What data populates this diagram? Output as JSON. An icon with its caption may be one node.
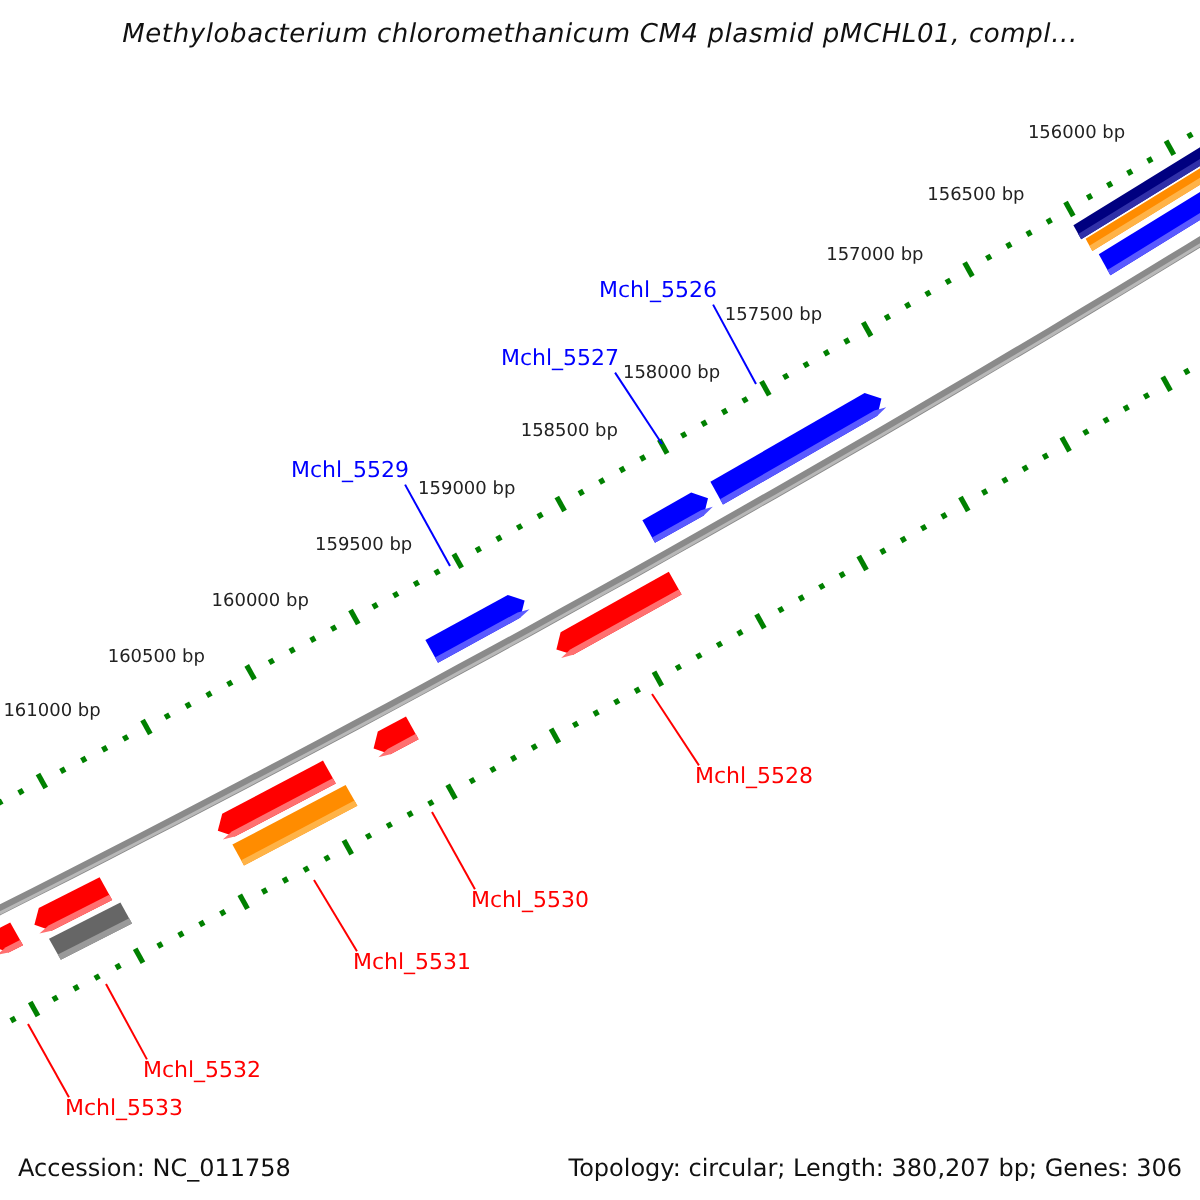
{
  "diagram": {
    "title": "Methylobacterium chloromethanicum CM4 plasmid pMCHL01, compl...",
    "nodes": [
      {
        "text": [
          "Mchl_5526"
        ]
      },
      {
        "text": [
          "Mchl_5527"
        ]
      },
      {
        "text": [
          "Mchl_5529"
        ]
      },
      {
        "text": [
          "Mchl_5528"
        ]
      },
      {
        "text": [
          "Mchl_5530"
        ]
      },
      {
        "text": [
          "Mchl_5531"
        ]
      },
      {
        "text": [
          "Mchl_5532"
        ]
      },
      {
        "text": [
          "Mchl_5533"
        ]
      }
    ],
    "edges": [
      {
        "from": 0,
        "to": null,
        "arrow": "none",
        "color": "#0000ff"
      },
      {
        "from": 1,
        "to": null,
        "arrow": "none",
        "color": "#0000ff"
      },
      {
        "from": 2,
        "to": null,
        "arrow": "none",
        "color": "#0000ff"
      },
      {
        "from": 3,
        "to": null,
        "arrow": "none"
      },
      {
        "from": 4,
        "to": null,
        "arrow": "none"
      },
      {
        "from": 5,
        "to": null,
        "arrow": "none"
      },
      {
        "from": 6,
        "to": null,
        "arrow": "none"
      },
      {
        "from": 7,
        "to": null,
        "arrow": "none"
      }
    ],
    "labels": [
      "156000 bp",
      "156500 bp",
      "157000 bp",
      "157500 bp",
      "158000 bp",
      "158500 bp",
      "159000 bp",
      "159500 bp",
      "160000 bp",
      "160500 bp",
      "161000 bp",
      "Accession: NC_011758",
      "Topology: circular; Length: 380,207 bp; Genes: 306"
    ]
  }
}
